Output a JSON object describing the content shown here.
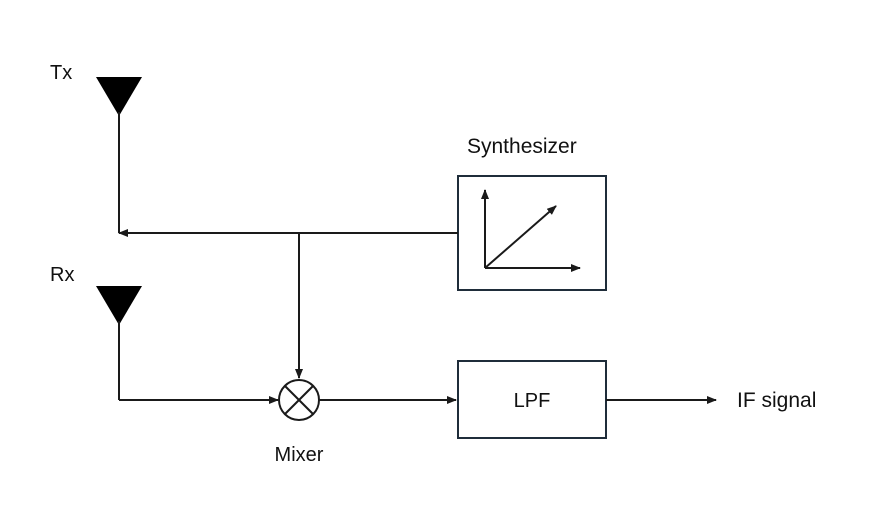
{
  "diagram": {
    "labels": {
      "tx": "Tx",
      "rx": "Rx",
      "synthesizer": "Synthesizer",
      "lpf": "LPF",
      "mixer": "Mixer",
      "if_signal": "IF signal"
    },
    "colors": {
      "stroke": "#1a1a1a",
      "box_stroke": "#1f2d3a",
      "antenna_fill": "#000000",
      "background": "#ffffff"
    },
    "icons": {
      "tx_antenna": "antenna-icon",
      "rx_antenna": "antenna-icon",
      "mixer": "mixer-cross-circle-icon",
      "synth_graph": "frequency-ramp-icon"
    }
  }
}
